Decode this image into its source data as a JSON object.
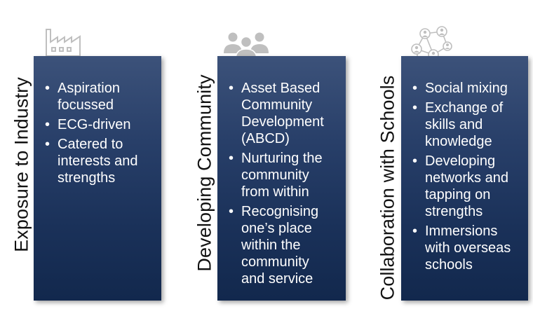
{
  "columns": [
    {
      "title": "Exposure to Industry",
      "icon": "factory-icon",
      "items": [
        "Aspiration focussed",
        "ECG-driven",
        "Catered to interests and strengths"
      ]
    },
    {
      "title": "Developing Community",
      "icon": "people-group-icon",
      "items": [
        "Asset Based Community Development (ABCD)",
        "Nurturing the community from within",
        "Recognising one’s place within the community and service"
      ]
    },
    {
      "title": "Collaboration with Schools",
      "icon": "network-people-icon",
      "items": [
        "Social mixing",
        "Exchange of skills and knowledge",
        "Developing networks and tapping on strengths",
        "Immersions with overseas schools"
      ]
    }
  ],
  "colors": {
    "box_top": "#3c527a",
    "box_bottom": "#12284d",
    "icon_gray": "#bfbfbf",
    "text_dark": "#111111",
    "text_light": "#ffffff"
  }
}
